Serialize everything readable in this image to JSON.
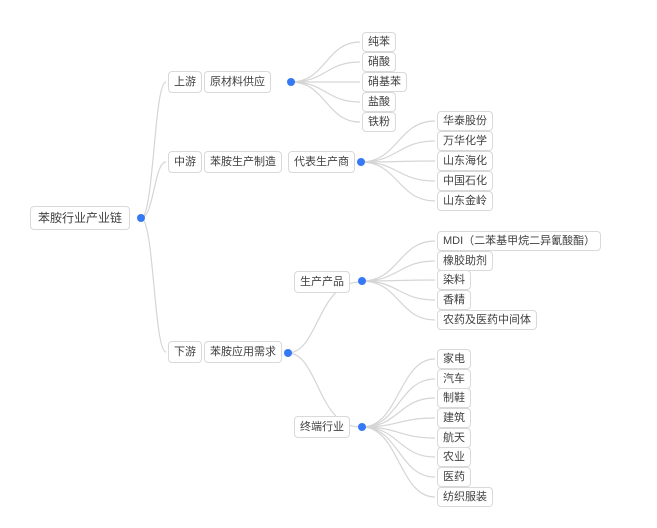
{
  "diagram": {
    "type": "mindmap",
    "root": "苯胺行业产业链",
    "upstream": {
      "tag": "上游",
      "label": "原材料供应",
      "children": [
        "纯苯",
        "硝酸",
        "硝基苯",
        "盐酸",
        "铁粉"
      ]
    },
    "midstream": {
      "tag": "中游",
      "label": "苯胺生产制造",
      "producers_label": "代表生产商",
      "producers": [
        "华泰股份",
        "万华化学",
        "山东海化",
        "中国石化",
        "山东金岭"
      ]
    },
    "downstream": {
      "tag": "下游",
      "label": "苯胺应用需求",
      "products_label": "生产产品",
      "products": [
        "MDI（二苯基甲烷二异氰酸酯）",
        "橡胶助剂",
        "染料",
        "香精",
        "农药及医药中间体"
      ],
      "industries_label": "终端行业",
      "industries": [
        "家电",
        "汽车",
        "制鞋",
        "建筑",
        "航天",
        "农业",
        "医药",
        "纺织服装"
      ]
    }
  },
  "colors": {
    "dot": "#3579f6",
    "line": "#d5d5d5",
    "node_border": "#d9d9d9",
    "node_text": "#404040"
  }
}
